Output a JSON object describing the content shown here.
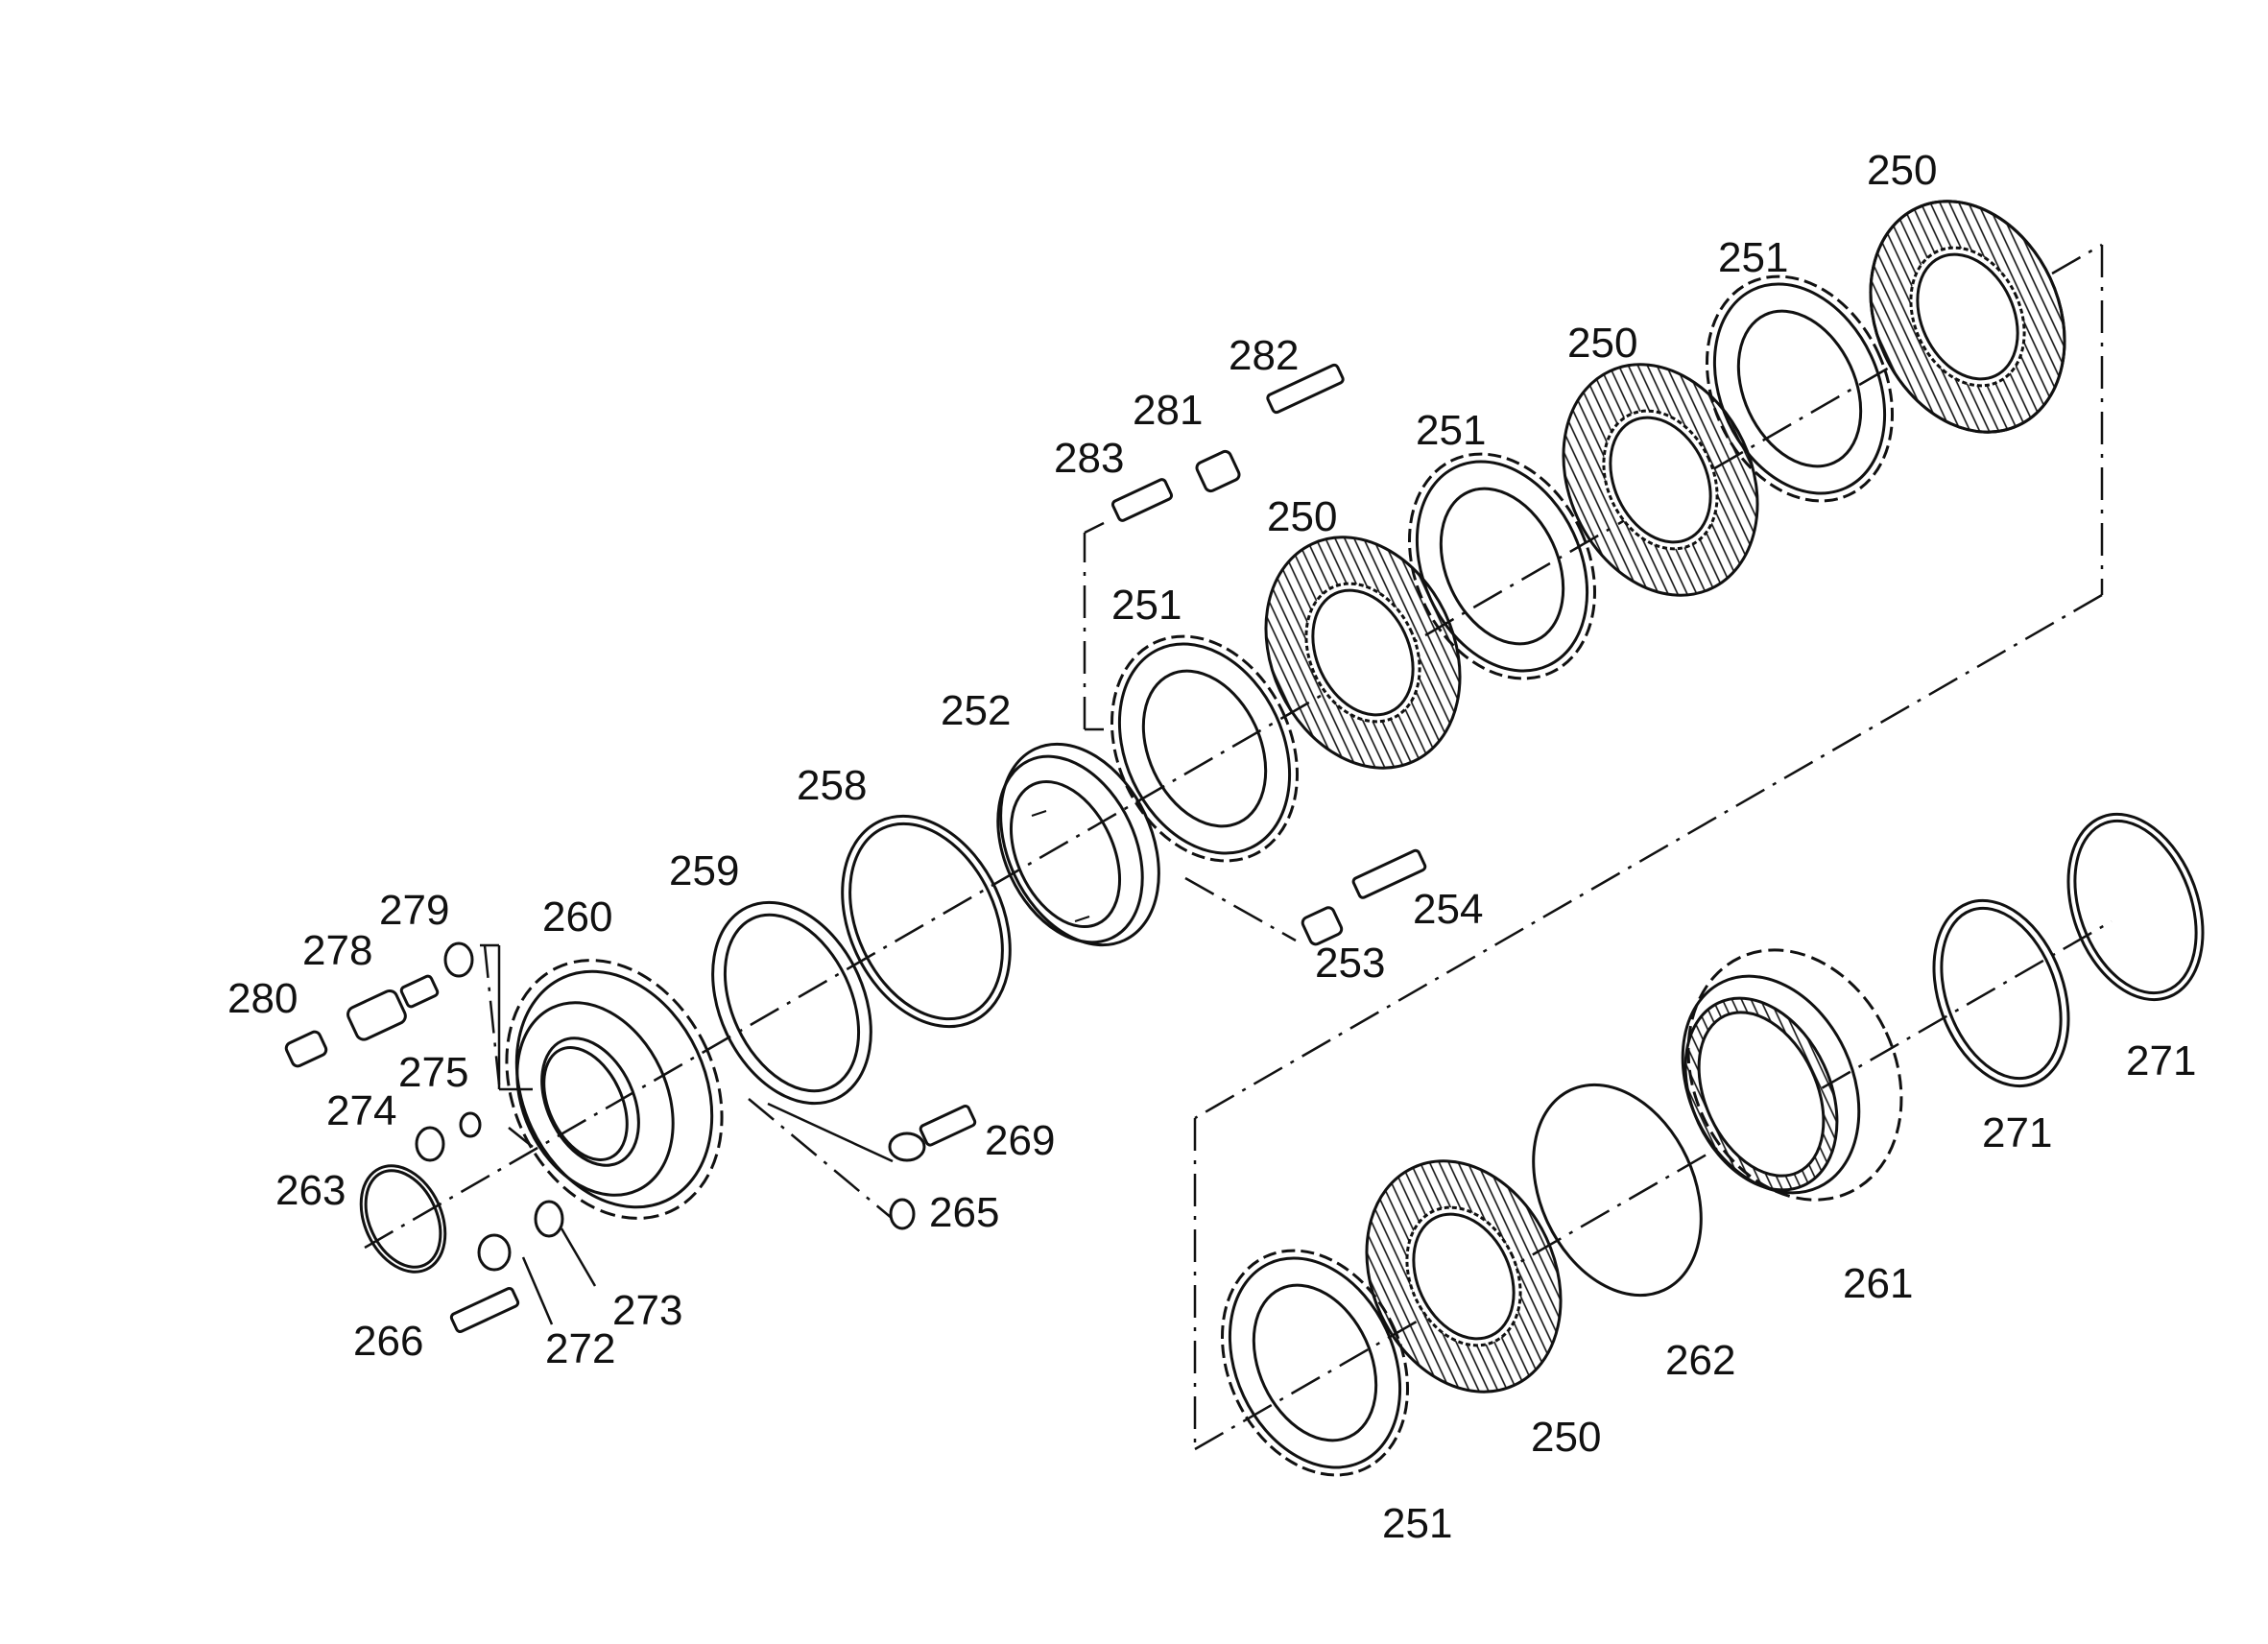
{
  "callouts": [
    {
      "id": "c250a",
      "text": "250"
    },
    {
      "id": "c251a",
      "text": "251"
    },
    {
      "id": "c250b",
      "text": "250"
    },
    {
      "id": "c251b",
      "text": "251"
    },
    {
      "id": "c250c",
      "text": "250"
    },
    {
      "id": "c251c",
      "text": "251"
    },
    {
      "id": "c282",
      "text": "282"
    },
    {
      "id": "c281",
      "text": "281"
    },
    {
      "id": "c283",
      "text": "283"
    },
    {
      "id": "c252",
      "text": "252"
    },
    {
      "id": "c258",
      "text": "258"
    },
    {
      "id": "c259",
      "text": "259"
    },
    {
      "id": "c260",
      "text": "260"
    },
    {
      "id": "c279",
      "text": "279"
    },
    {
      "id": "c278",
      "text": "278"
    },
    {
      "id": "c280",
      "text": "280"
    },
    {
      "id": "c275",
      "text": "275"
    },
    {
      "id": "c274",
      "text": "274"
    },
    {
      "id": "c263",
      "text": "263"
    },
    {
      "id": "c266",
      "text": "266"
    },
    {
      "id": "c272",
      "text": "272"
    },
    {
      "id": "c273",
      "text": "273"
    },
    {
      "id": "c269",
      "text": "269"
    },
    {
      "id": "c265",
      "text": "265"
    },
    {
      "id": "c254",
      "text": "254"
    },
    {
      "id": "c253",
      "text": "253"
    },
    {
      "id": "c271a",
      "text": "271"
    },
    {
      "id": "c271b",
      "text": "271"
    },
    {
      "id": "c261",
      "text": "261"
    },
    {
      "id": "c262",
      "text": "262"
    },
    {
      "id": "c250d",
      "text": "250"
    },
    {
      "id": "c251d",
      "text": "251"
    }
  ]
}
